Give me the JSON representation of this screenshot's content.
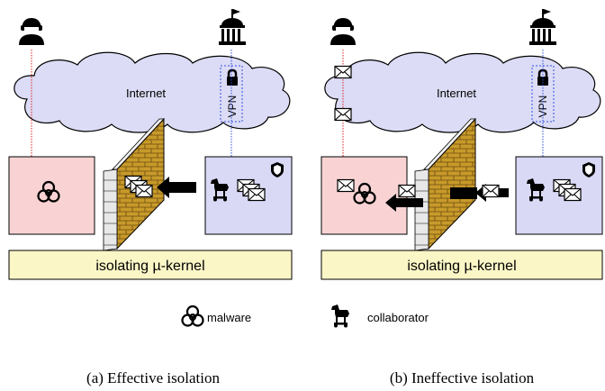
{
  "panels": [
    {
      "cloud_label": "Internet",
      "vpn_label": "VPN",
      "kernel_label": "isolating µ-kernel",
      "caption": "(a) Effective isolation"
    },
    {
      "cloud_label": "Internet",
      "vpn_label": "VPN",
      "kernel_label": "isolating µ-kernel",
      "caption": "(b) Ineffective isolation"
    }
  ],
  "legend": {
    "malware_label": "malware",
    "collaborator_label": "collaborator"
  },
  "icons": {
    "attacker": "hooded-person-icon",
    "authority": "government-building-icon",
    "lock": "padlock-icon",
    "shield": "shield-icon",
    "malware": "biohazard-icon",
    "collaborator": "trojan-horse-icon",
    "message": "envelope-icon",
    "firewall": "brick-wall-icon"
  },
  "colors": {
    "cloud_fill": "#dcdcf6",
    "left_box_fill": "#f9d3d3",
    "right_box_fill": "#d9d9f6",
    "kernel_fill": "#fbf6c6",
    "brick": "#c89a2a",
    "red_line": "#e02020",
    "blue_line": "#3050e0"
  }
}
